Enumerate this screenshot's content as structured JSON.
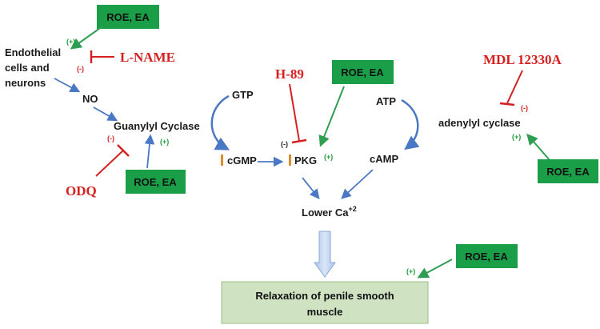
{
  "colors": {
    "green_box": "#1a9e47",
    "green_line": "#2f9e52",
    "inhibitor_red": "#d42020",
    "arrow_blue": "#4a78c4",
    "result_box": "#cfe3c2",
    "orange_bar": "#e08a2e"
  },
  "roe_boxes": [
    {
      "id": "top",
      "label": "ROE, EA"
    },
    {
      "id": "guanylyl",
      "label": "ROE, EA"
    },
    {
      "id": "pkg",
      "label": "ROE, EA"
    },
    {
      "id": "adenylyl",
      "label": "ROE, EA"
    },
    {
      "id": "relax",
      "label": "ROE, EA"
    }
  ],
  "inhibitors": {
    "lname": "L-NAME",
    "odq": "ODQ",
    "h89": "H-89",
    "mdl": "MDL 12330A"
  },
  "nodes": {
    "endothelial_line1": "Endothelial",
    "endothelial_line2": "cells and",
    "endothelial_line3": "neurons",
    "no": "NO",
    "guanylyl": "Guanylyl Cyclase",
    "gtp": "GTP",
    "cgmp": "cGMP",
    "pkg": "PKG",
    "atp": "ATP",
    "camp": "cAMP",
    "adenylyl": "adenylyl cyclase",
    "lower_ca": "Lower Ca",
    "lower_ca_sup": "+2",
    "result_line1": "Relaxation of penile smooth",
    "result_line2": "muscle"
  },
  "signs": {
    "plus": "(+)",
    "minus": "(-)"
  }
}
